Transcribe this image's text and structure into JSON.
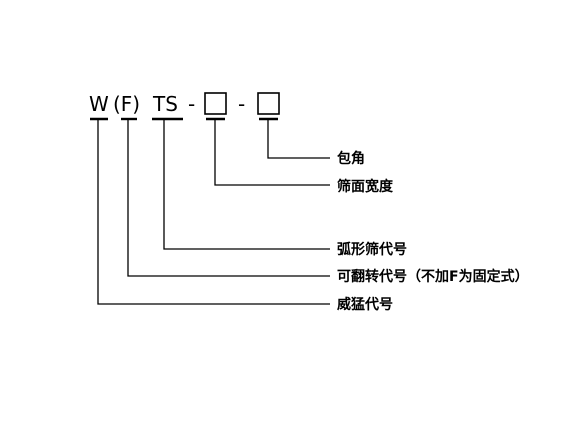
{
  "code": {
    "w": "W",
    "f": "(F)",
    "ts": "TS",
    "dash1": "-",
    "dash2": "-"
  },
  "labels": {
    "corner": "包角",
    "width": "筛面宽度",
    "arc": "弧形筛代号",
    "flip": "可翻转代号（不加F为固定式）",
    "weimeng": "威猛代号"
  }
}
